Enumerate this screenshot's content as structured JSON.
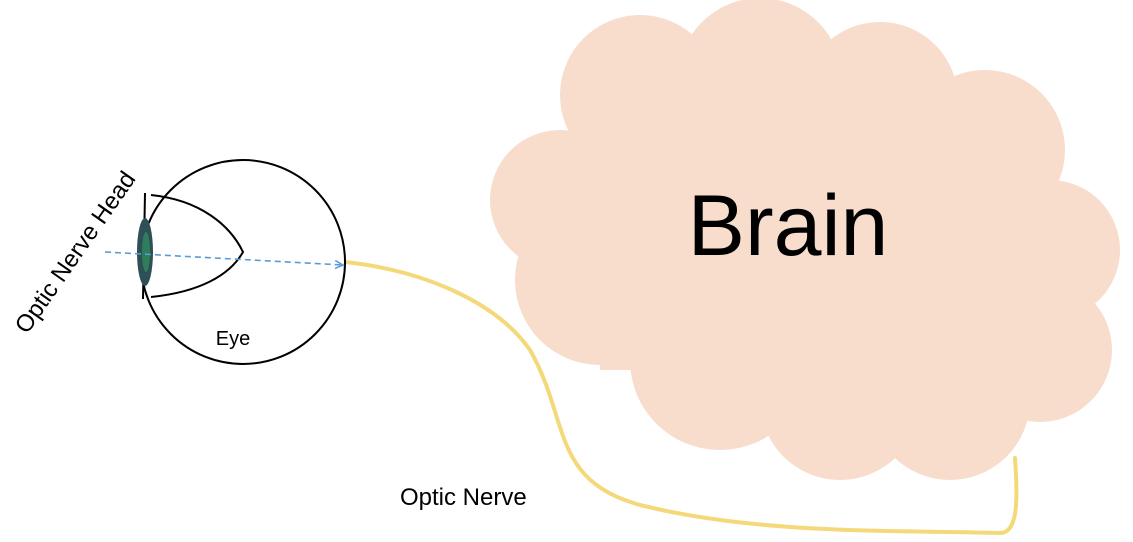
{
  "labels": {
    "brain": "Brain",
    "eye": "Eye",
    "optic_nerve_head": "Optic Nerve Head",
    "optic_nerve": "Optic Nerve"
  },
  "colors": {
    "brain_fill": "#f8dccc",
    "brain_stroke": "#dfc7ba",
    "nerve": "#f4d97a",
    "eye_outline": "#000000",
    "lens_dark": "#2f4f57",
    "lens_accent": "#2e7d5b",
    "light_ray": "#5b9bd5"
  }
}
